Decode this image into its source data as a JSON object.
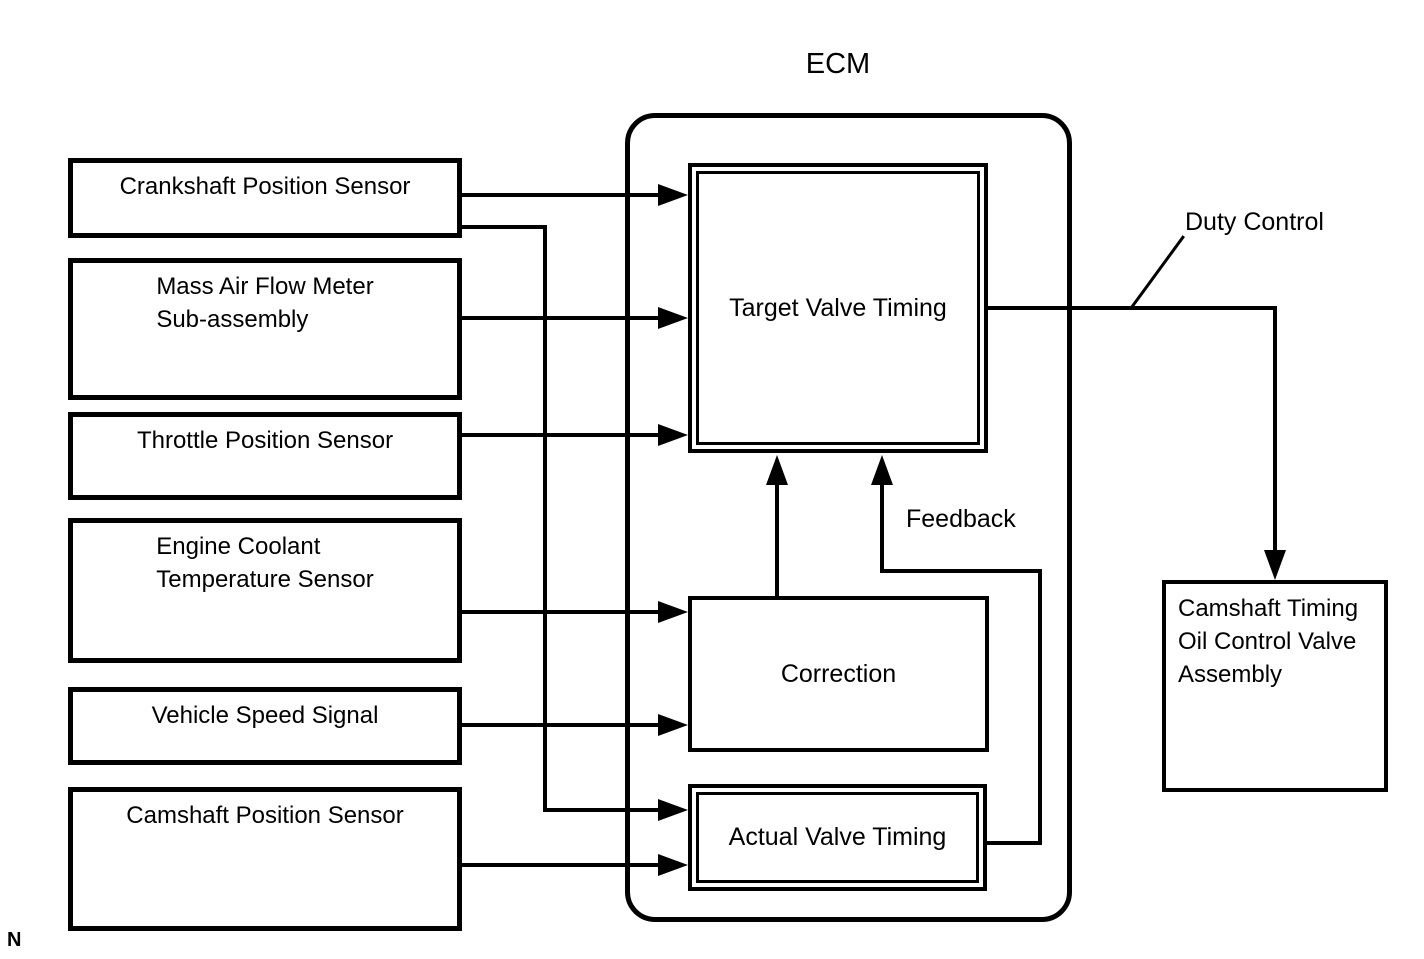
{
  "ecm": {
    "label": "ECM"
  },
  "sensors": [
    {
      "label": "Crankshaft Position Sensor"
    },
    {
      "label": "Mass Air Flow Meter\nSub-assembly"
    },
    {
      "label": "Throttle Position Sensor"
    },
    {
      "label": "Engine Coolant\nTemperature Sensor"
    },
    {
      "label": "Vehicle Speed Signal"
    },
    {
      "label": "Camshaft Position Sensor"
    }
  ],
  "blocks": {
    "target": {
      "label": "Target Valve Timing"
    },
    "correction": {
      "label": "Correction"
    },
    "actual": {
      "label": "Actual Valve Timing"
    }
  },
  "actuator": {
    "label": "Camshaft Timing\nOil Control Valve\nAssembly"
  },
  "annotations": {
    "duty_control": "Duty Control",
    "feedback": "Feedback",
    "corner_note": "N"
  },
  "colors": {
    "line": "#000000",
    "background": "#ffffff"
  }
}
